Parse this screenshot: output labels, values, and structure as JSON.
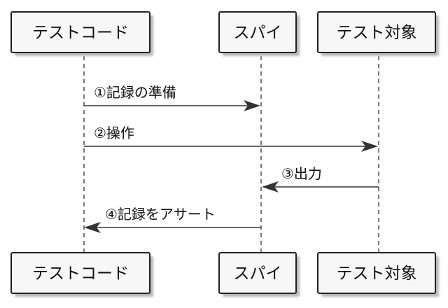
{
  "diagram": {
    "type": "sequence",
    "participants": [
      {
        "id": "test-code",
        "label": "テストコード"
      },
      {
        "id": "spy",
        "label": "スパイ"
      },
      {
        "id": "target",
        "label": "テスト対象"
      }
    ],
    "messages": [
      {
        "from": "test-code",
        "to": "spy",
        "label": "①記録の準備"
      },
      {
        "from": "test-code",
        "to": "target",
        "label": "②操作"
      },
      {
        "from": "target",
        "to": "spy",
        "label": "③出力"
      },
      {
        "from": "spy",
        "to": "test-code",
        "label": "④記録をアサート"
      }
    ]
  }
}
